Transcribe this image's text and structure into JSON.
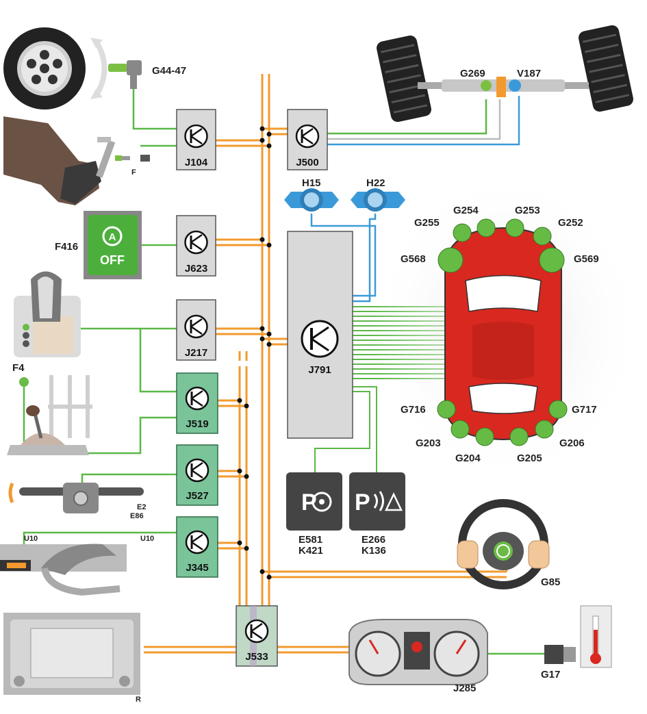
{
  "labels": {
    "g44_47": "G44-47",
    "f": "F",
    "f416": "F416",
    "off_text": "OFF",
    "a_text": "A",
    "f4": "F4",
    "e2": "E2",
    "e86": "E86",
    "u10_left": "U10",
    "u10_right": "U10",
    "r": "R",
    "g269": "G269",
    "v187": "V187",
    "h15": "H15",
    "h22": "H22",
    "e581": "E581",
    "k421": "K421",
    "e266": "E266",
    "k136": "K136",
    "g85": "G85",
    "g17": "G17",
    "j285": "J285"
  },
  "ecus": {
    "j104": "J104",
    "j500": "J500",
    "j623": "J623",
    "j217": "J217",
    "j791": "J791",
    "j519": "J519",
    "j527": "J527",
    "j345": "J345",
    "j533": "J533"
  },
  "sensors": {
    "g255": "G255",
    "g254": "G254",
    "g253": "G253",
    "g252": "G252",
    "g568": "G568",
    "g569": "G569",
    "g716": "G716",
    "g717": "G717",
    "g203": "G203",
    "g204": "G204",
    "g205": "G205",
    "g206": "G206"
  },
  "colors": {
    "bus_orange": "#f39a2e",
    "wire_green": "#59b847",
    "wire_blue": "#3a9ad9",
    "ecu_gray": "#d9d9d9",
    "ecu_green": "#7bc49a",
    "car_red": "#d8281f",
    "sensor_green": "#66bb44",
    "button_green": "#4caf3c",
    "display_dark": "#444444"
  }
}
